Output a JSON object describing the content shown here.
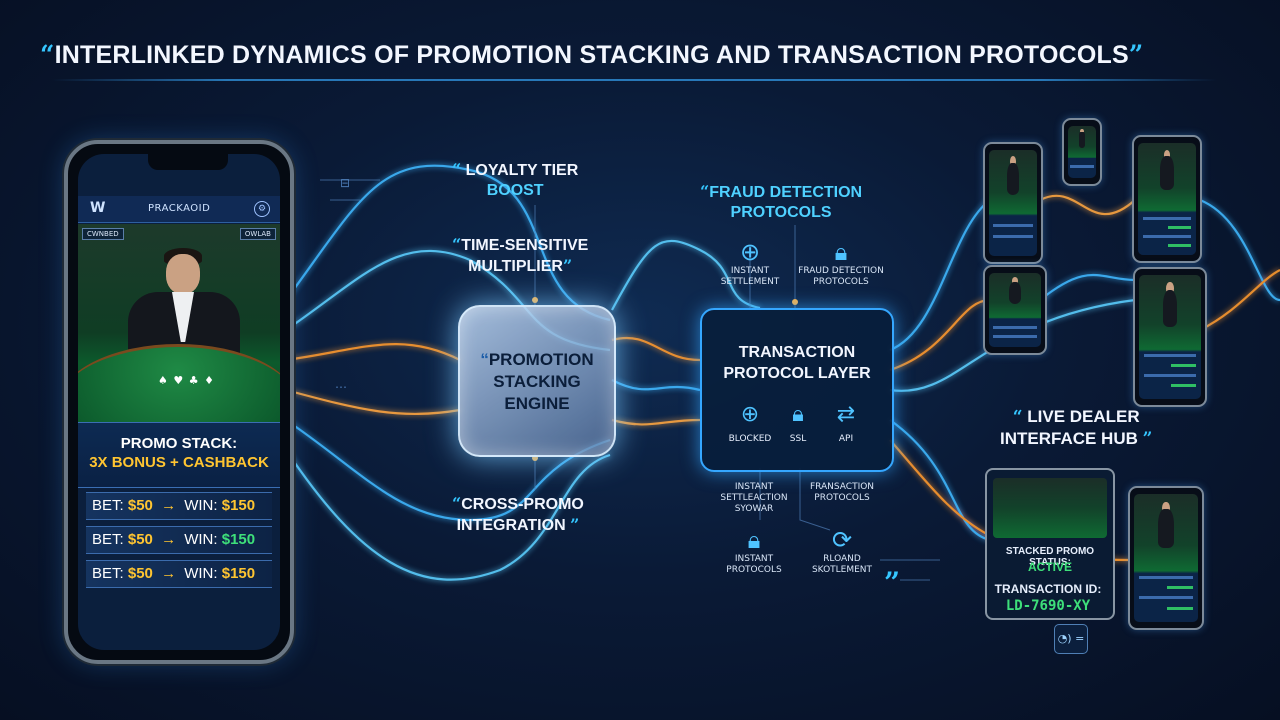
{
  "title": {
    "text": "INTERLINKED DYNAMICS OF PROMOTION STACKING AND TRANSACTION PROTOCOLS"
  },
  "phone": {
    "app_logo": "W",
    "app_name": "PRACKAOID",
    "video_tag_left": "CWNBED",
    "video_tag_right": "OWLAB",
    "cards": "♠ ♥ ♣ ♦",
    "promo_title": "PROMO STACK:",
    "promo_value": "3X BONUS + CASHBACK",
    "bets": [
      {
        "bet_label": "BET:",
        "bet": "$50",
        "arrow": "→",
        "win_label": "WIN:",
        "win": "$150",
        "win_color": "gold"
      },
      {
        "bet_label": "BET:",
        "bet": "$50",
        "arrow": "→",
        "win_label": "WIN:",
        "win": "$150",
        "win_color": "green"
      },
      {
        "bet_label": "BET:",
        "bet": "$50",
        "arrow": "→",
        "win_label": "WIN:",
        "win": "$150",
        "win_color": "gold"
      }
    ]
  },
  "labels": {
    "loyalty_line1": "LOYALTY TIER",
    "loyalty_line2": "BOOST",
    "time_line1": "TIME-SENSITIVE",
    "time_line2": "MULTIPLIER",
    "cross_line1": "CROSS-PROMO",
    "cross_line2": "INTEGRATION",
    "fraud_line1": "FRAUD DETECTION",
    "fraud_line2": "PROTOCOLS",
    "hub_line1": "LIVE DEALER",
    "hub_line2": "INTERFACE HUB"
  },
  "engine": {
    "line1": "PROMOTION",
    "line2": "STACKING",
    "line3": "ENGINE"
  },
  "transaction_layer": {
    "line1": "TRANSACTION",
    "line2": "PROTOCOL LAYER",
    "items": [
      {
        "icon": "globe-icon",
        "label": "BLOCKED"
      },
      {
        "icon": "lock-icon",
        "label": "SSL"
      },
      {
        "icon": "handshake-icon",
        "label": "API"
      }
    ]
  },
  "upper_icons": [
    {
      "icon": "globe-icon",
      "line1": "INSTANT",
      "line2": "SETTLEMENT"
    },
    {
      "icon": "lock-icon",
      "line1": "FRAUD DETECTION",
      "line2": "PROTOCOLS"
    }
  ],
  "lower_captions": [
    {
      "line1": "INSTANT",
      "line2": "SETTLEACTION",
      "line3": "SYOWAR"
    },
    {
      "line1": "FRANSACTION",
      "line2": "PROTOCOLS"
    }
  ],
  "lower_icons": [
    {
      "icon": "lock-icon",
      "line1": "INSTANT",
      "line2": "PROTOCOLS"
    },
    {
      "icon": "refresh-user-icon",
      "line1": "RLOAND",
      "line2": "SKOTLEMENT"
    }
  ],
  "hub": {
    "status_label": "STACKED PROMO STATUS:",
    "status_value": "ACTIVE",
    "txn_label": "TRANSACTION ID:",
    "txn_id": "LD-7690-XY",
    "toggle_label": "◔) ="
  },
  "colors": {
    "accent_blue": "#35c6ff",
    "accent_orange": "#ff9a2e",
    "gold": "#ffc531",
    "green": "#3ee07a",
    "background": "#0a1a36"
  }
}
